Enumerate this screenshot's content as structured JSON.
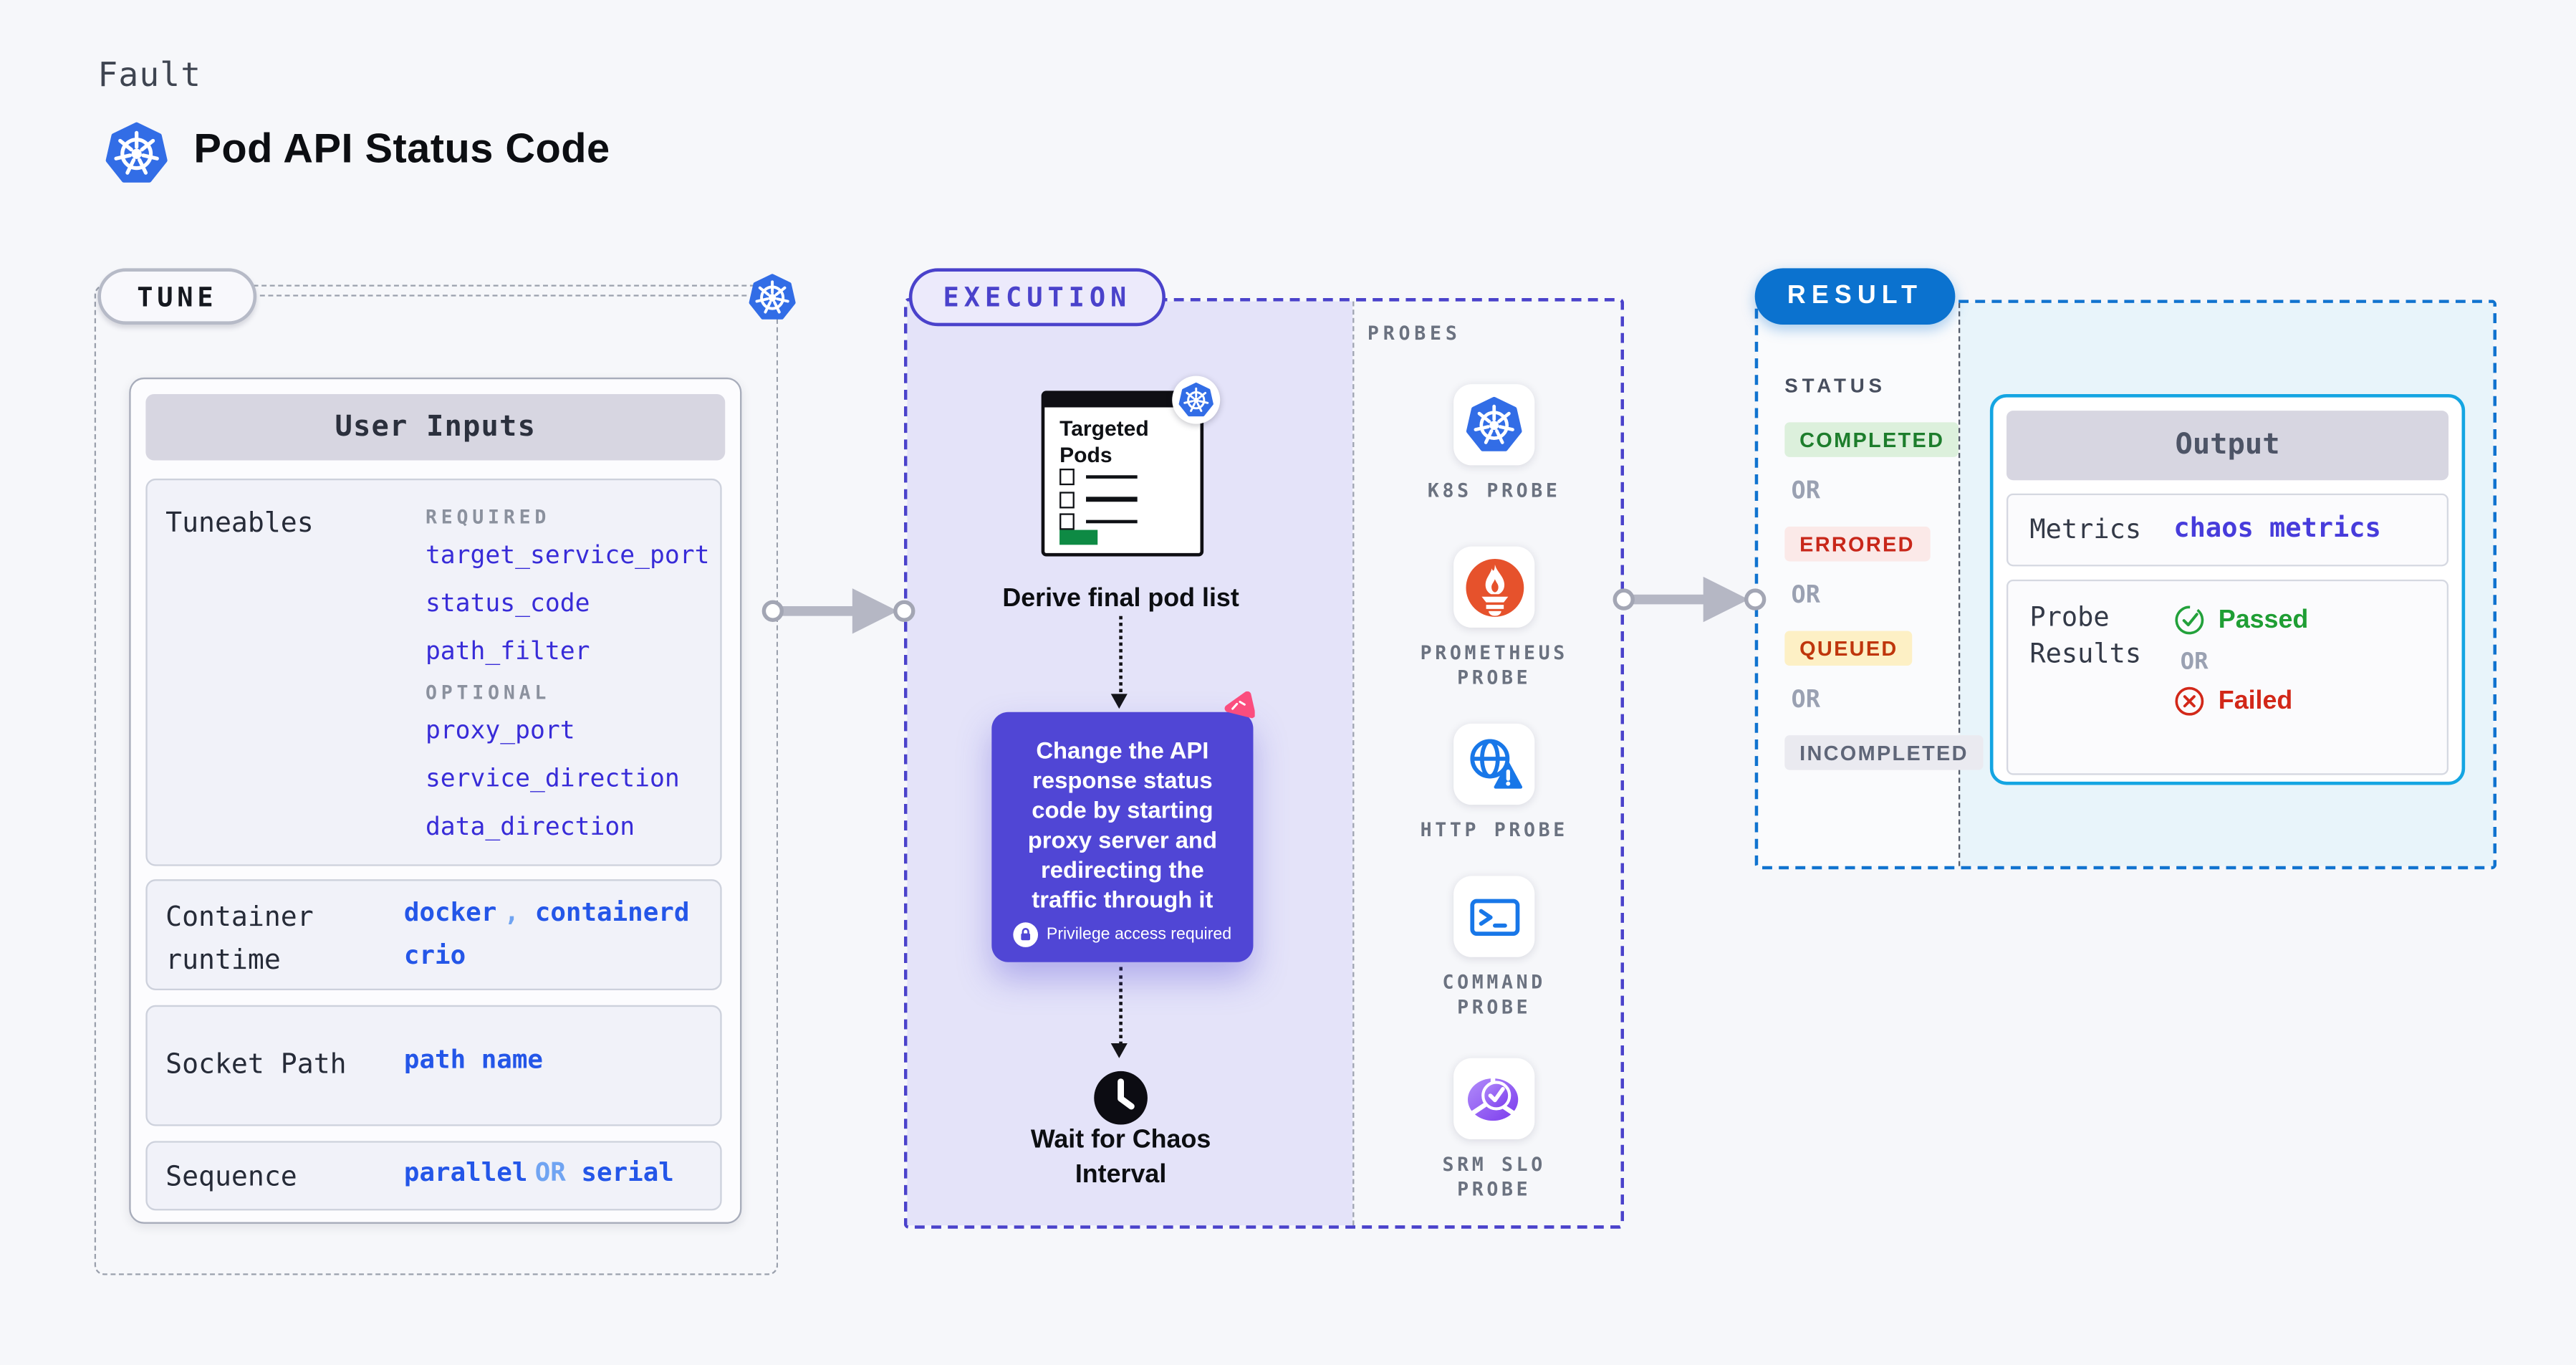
{
  "header": {
    "category": "Fault",
    "title": "Pod API Status Code"
  },
  "tune": {
    "pill": "TUNE",
    "user_inputs": {
      "header": "User Inputs",
      "tuneables": {
        "label": "Tuneables",
        "required_label": "REQUIRED",
        "required": [
          "target_service_port",
          "status_code",
          "path_filter"
        ],
        "optional_label": "OPTIONAL",
        "optional": [
          "proxy_port",
          "service_direction",
          "data_direction"
        ]
      },
      "container_runtime": {
        "label": "Container runtime",
        "value_1": "docker",
        "separator": ",",
        "value_2": "containerd",
        "value_3": "crio"
      },
      "socket_path": {
        "label": "Socket Path",
        "value": "path name"
      },
      "sequence": {
        "label": "Sequence",
        "value_1": "parallel",
        "or": "OR",
        "value_2": "serial"
      }
    }
  },
  "execution": {
    "pill": "EXECUTION",
    "targeted_pods_title": "Targeted Pods",
    "derive_step": "Derive final pod list",
    "action_text": "Change the API response status code by starting proxy server and redirecting the traffic through it",
    "privilege_note": "Privilege access required",
    "wait_step": "Wait for Chaos Interval"
  },
  "probes": {
    "label": "PROBES",
    "items": [
      {
        "name": "K8S PROBE",
        "icon": "kubernetes-icon"
      },
      {
        "name": "PROMETHEUS PROBE",
        "icon": "prometheus-icon"
      },
      {
        "name": "HTTP PROBE",
        "icon": "http-globe-warning-icon"
      },
      {
        "name": "COMMAND PROBE",
        "icon": "terminal-icon"
      },
      {
        "name": "SRM SLO PROBE",
        "icon": "slo-pie-check-icon"
      }
    ]
  },
  "result": {
    "pill": "RESULT",
    "status": {
      "label": "STATUS",
      "or": "OR",
      "badges": [
        {
          "text": "COMPLETED",
          "fg": "#1d7d2c",
          "bg": "#dcf0dc"
        },
        {
          "text": "ERRORED",
          "fg": "#c8271a",
          "bg": "#fbe9e8"
        },
        {
          "text": "QUEUED",
          "fg": "#bf360c",
          "bg": "#fdf0c5"
        },
        {
          "text": "INCOMPLETED",
          "fg": "#5f6678",
          "bg": "#eaeaf0"
        }
      ]
    },
    "output": {
      "header": "Output",
      "metrics_label": "Metrics",
      "metrics_value": "chaos metrics",
      "probe_results_label": "Probe Results",
      "passed": "Passed",
      "or": "OR",
      "failed": "Failed"
    }
  },
  "colors": {
    "kubernetes_blue": "#326de6",
    "execution_indigo": "#4a42cb",
    "execution_fill": "#e4e3f9",
    "action_purple": "#5046d5",
    "result_blue": "#0b72cf",
    "output_border_cyan": "#14a5e2",
    "result_fill_cyan": "#e8f4fa",
    "tuneable_link": "#382cd8",
    "value_blue": "#2456e8",
    "value_light_blue": "#70a4f2",
    "prometheus_orange": "#e6522c",
    "pink_flag": "#fb4d7e",
    "green_bar": "#0e8a44",
    "passed_green": "#1f9e34",
    "failed_red": "#d22819"
  }
}
